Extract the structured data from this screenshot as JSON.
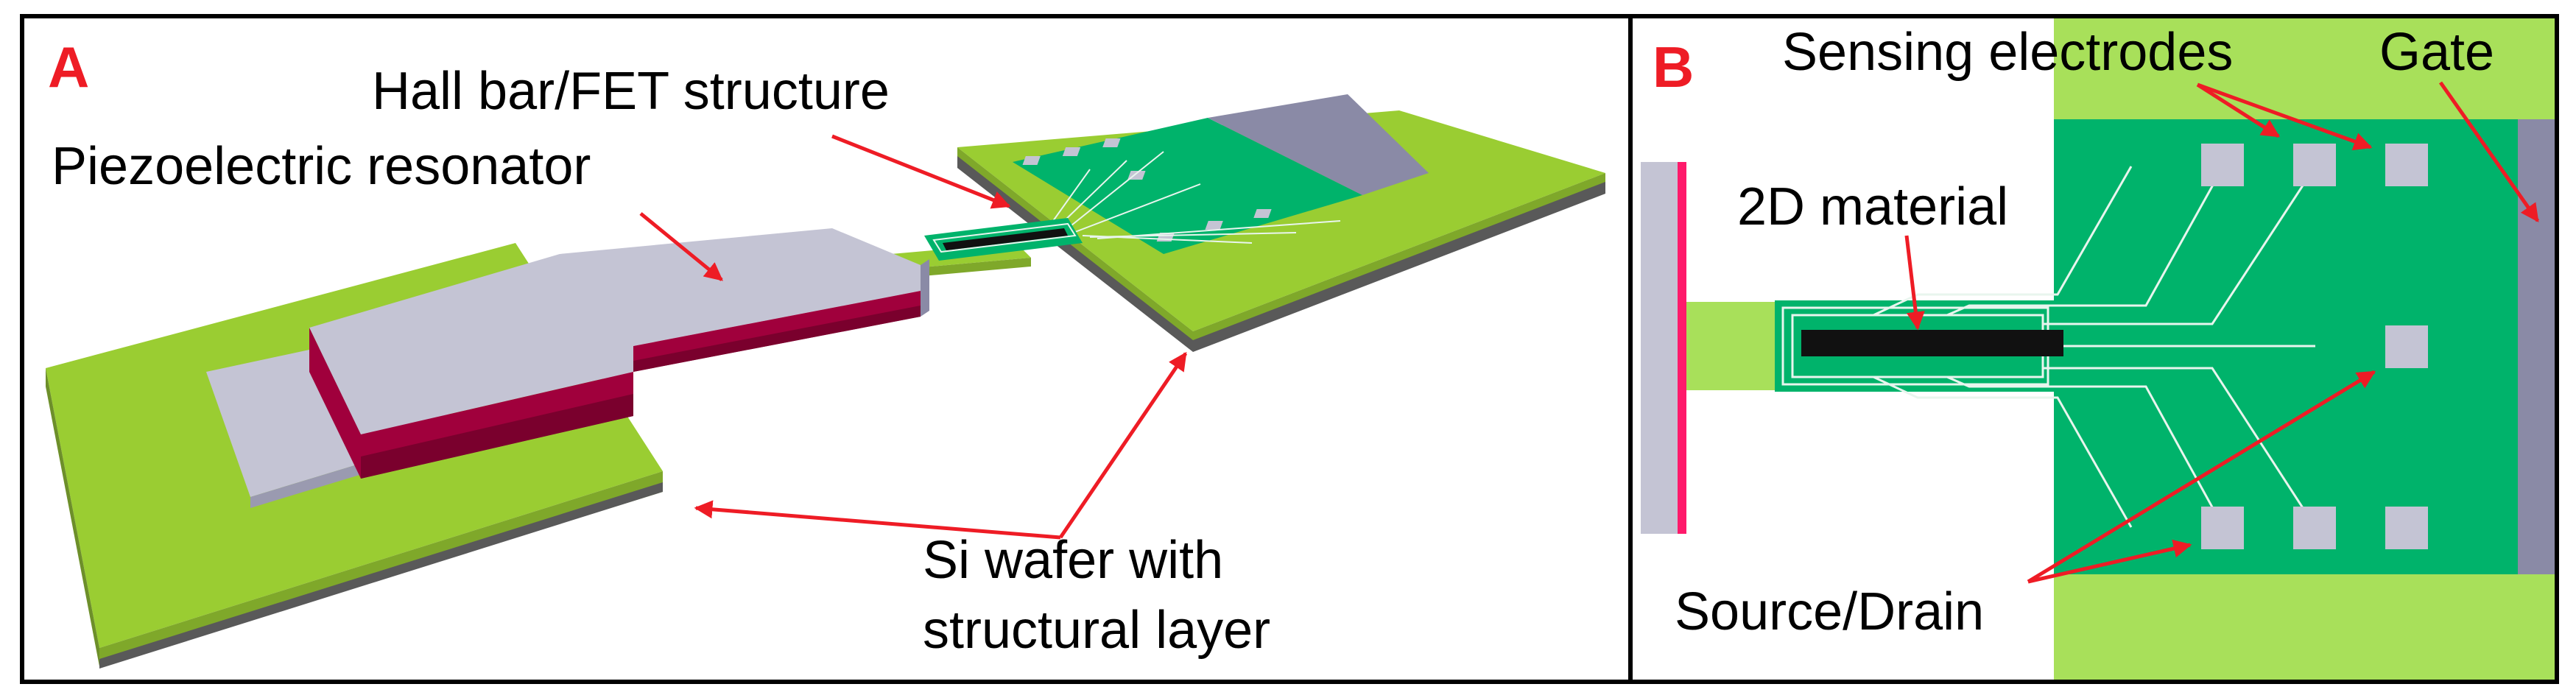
{
  "panel_a": {
    "letter": "A",
    "labels": {
      "hall_bar": "Hall bar/FET structure",
      "resonator": "Piezoelectric resonator",
      "wafer_line1": "Si wafer with",
      "wafer_line2": "structural layer"
    }
  },
  "panel_b": {
    "letter": "B",
    "labels": {
      "sensing": "Sensing electrodes",
      "gate": "Gate",
      "material": "2D material",
      "source_drain": "Source/Drain"
    }
  },
  "colors": {
    "wafer_green": "#9acd32",
    "chip_green": "#00b36b",
    "piezo_gray": "#c4c4d4",
    "piezo_red": "#a0003c",
    "gate_gray": "#8a8aa6",
    "arrow_red": "#ee1c25",
    "label_red": "#ee1c25"
  }
}
